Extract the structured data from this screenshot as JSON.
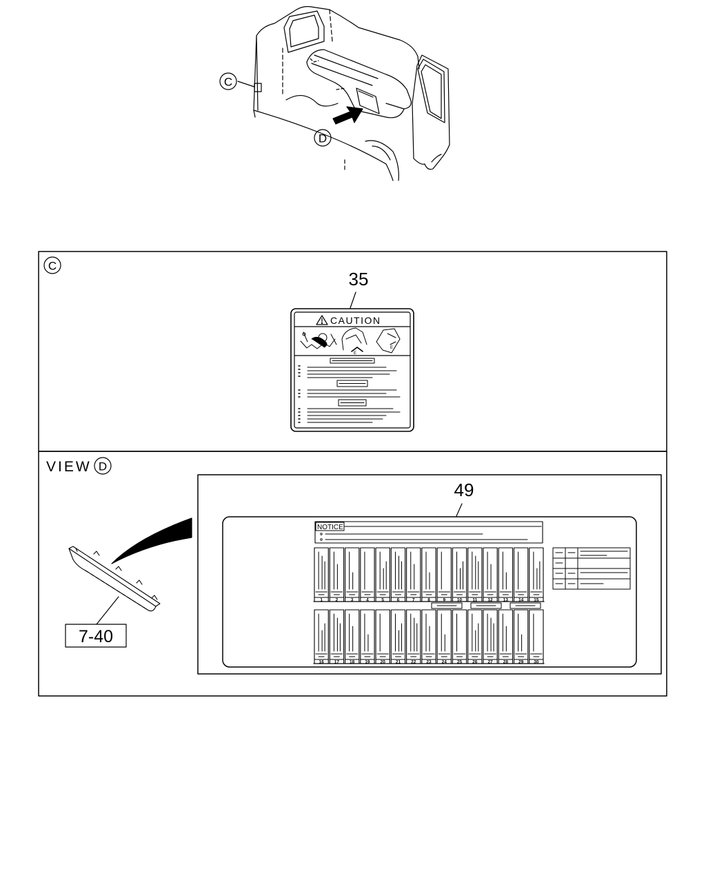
{
  "callouts": {
    "view_c": "C",
    "view_d": "D"
  },
  "section_c": {
    "marker": "C",
    "part_number": "35",
    "label_heading": "CAUTION"
  },
  "section_d": {
    "view_word": "VIEW",
    "marker": "D",
    "part_number": "49",
    "reference": "7-40",
    "notice_heading": "NOTICE",
    "fuse_numbers_top": [
      "1",
      "2",
      "3",
      "4",
      "5",
      "6",
      "7",
      "8",
      "9",
      "10",
      "11",
      "12",
      "13",
      "14",
      "15"
    ],
    "fuse_numbers_bottom": [
      "16",
      "17",
      "18",
      "19",
      "20",
      "21",
      "22",
      "23",
      "24",
      "25",
      "26",
      "27",
      "28",
      "29",
      "30"
    ]
  },
  "colors": {
    "line": "#000000",
    "background": "#ffffff"
  }
}
